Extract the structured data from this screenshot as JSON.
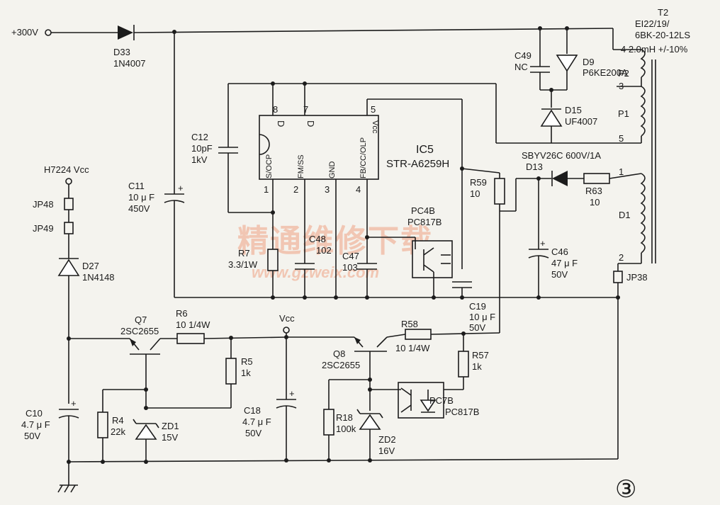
{
  "rails": {
    "v300": "+300V",
    "h7224": "H7224 Vcc",
    "vcc": "Vcc"
  },
  "ic5": {
    "name": "IC5",
    "part": "STR-A6259H",
    "pins": {
      "p1": "1",
      "p2": "2",
      "p3": "3",
      "p4": "4",
      "p5": "5",
      "p7": "7",
      "p8": "8"
    },
    "pinlabels": {
      "d8": "D",
      "d7": "D",
      "socp": "S/OCP",
      "fmss": "FM/SS",
      "gnd": "GND",
      "fb": "FB/CC/OLP",
      "vcc": "Vcc"
    }
  },
  "t2": {
    "name": "T2",
    "l1": "EI22/19/",
    "l2": "6BK-20-12LS",
    "l3": "4  2.0mH +/-10%",
    "p2": "P2",
    "pin3": "3",
    "p1": "P1",
    "pin5": "5",
    "pin1": "1",
    "d1": "D1",
    "pin2": "2"
  },
  "parts": {
    "d33": {
      "ref": "D33",
      "val": "1N4007"
    },
    "c49": {
      "ref": "C49",
      "val": "NC"
    },
    "d9": {
      "ref": "D9",
      "val": "P6KE200A"
    },
    "d15": {
      "ref": "D15",
      "val": "UF4007"
    },
    "c12": {
      "ref": "C12",
      "val": "10pF",
      "val2": "1kV"
    },
    "c11": {
      "ref": "C11",
      "val": "10 μ F",
      "val2": "450V"
    },
    "d13": {
      "ref": "SBYV26C  600V/1A",
      "ref2": "D13"
    },
    "r63": {
      "ref": "R63",
      "val": "10"
    },
    "r59": {
      "ref": "R59",
      "val": "10"
    },
    "pc4b": {
      "ref": "PC4B",
      "val": "PC817B"
    },
    "c46": {
      "ref": "C46",
      "val": "47 μ F",
      "val2": "50V"
    },
    "r7": {
      "ref": "R7",
      "val": "3.3/1W"
    },
    "c48": {
      "ref": "C48",
      "val": "102"
    },
    "c47": {
      "ref": "C47",
      "val": "103"
    },
    "c19": {
      "ref": "C19",
      "val": "10 μ F",
      "val2": "50V"
    },
    "jp38": {
      "ref": "JP38"
    },
    "jp48": {
      "ref": "JP48"
    },
    "jp49": {
      "ref": "JP49"
    },
    "d27": {
      "ref": "D27",
      "val": "1N4148"
    },
    "q7": {
      "ref": "Q7",
      "val": "2SC2655"
    },
    "r6": {
      "ref": "R6",
      "val": "10 1/4W"
    },
    "r5": {
      "ref": "R5",
      "val": "1k"
    },
    "r4": {
      "ref": "R4",
      "val": "22k"
    },
    "zd1": {
      "ref": "ZD1",
      "val": "15V"
    },
    "c10": {
      "ref": "C10",
      "val": "4.7 μ F",
      "val2": "50V"
    },
    "c18": {
      "ref": "C18",
      "val": "4.7 μ F",
      "val2": "50V"
    },
    "q8": {
      "ref": "Q8",
      "val": "2SC2655"
    },
    "r58": {
      "ref": "R58",
      "val": "10 1/4W"
    },
    "r57": {
      "ref": "R57",
      "val": "1k"
    },
    "r18": {
      "ref": "R18",
      "val": "100k"
    },
    "zd2": {
      "ref": "ZD2",
      "val": "16V"
    },
    "pc7b": {
      "ref": "PC7B",
      "val": "PC817B"
    }
  },
  "watermark": {
    "cn": "精通维修下载",
    "url": "www.gzweix.com"
  },
  "figure_number": "③"
}
